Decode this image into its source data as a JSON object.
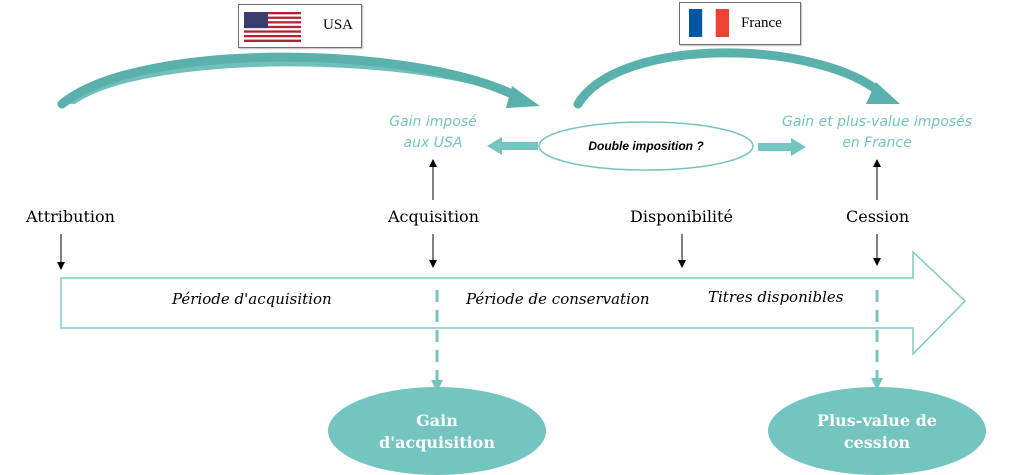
{
  "flags": {
    "usa": {
      "label": "USA"
    },
    "france": {
      "label": "France"
    }
  },
  "taxation": {
    "usa": [
      "Gain imposé",
      "aux USA"
    ],
    "france": [
      "Gain et plus-value imposés",
      "en France"
    ],
    "question": "Double imposition ?"
  },
  "milestones": [
    "Attribution",
    "Acquisition",
    "Disponibilité",
    "Cession"
  ],
  "periods": [
    "Période d'acquisition",
    "Période de conservation",
    "Titres disponibles"
  ],
  "outcomes": {
    "gain": [
      "Gain",
      "d'acquisition"
    ],
    "plus_value": [
      "Plus-value de",
      "cession"
    ]
  },
  "colors": {
    "teal": "#74c5c0",
    "arrow_outline": "#7fcbc6",
    "usa_red": "#b22234",
    "usa_blue": "#3c3b6e",
    "france_blue": "#0055a4",
    "france_red": "#ef4135"
  }
}
